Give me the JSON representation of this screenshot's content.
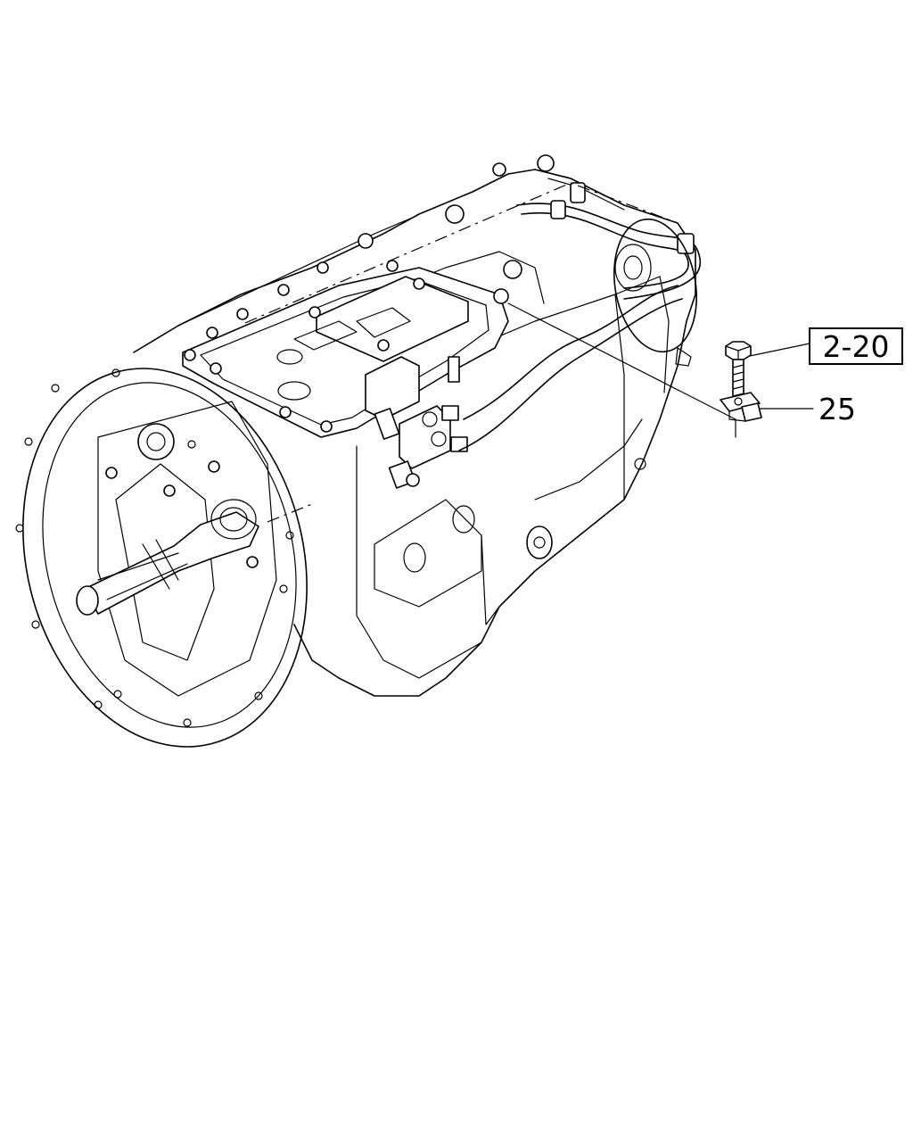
{
  "callouts": [
    {
      "id": "bolt",
      "label": "2-20",
      "boxed": true
    },
    {
      "id": "bracket",
      "label": "25",
      "boxed": false
    }
  ]
}
